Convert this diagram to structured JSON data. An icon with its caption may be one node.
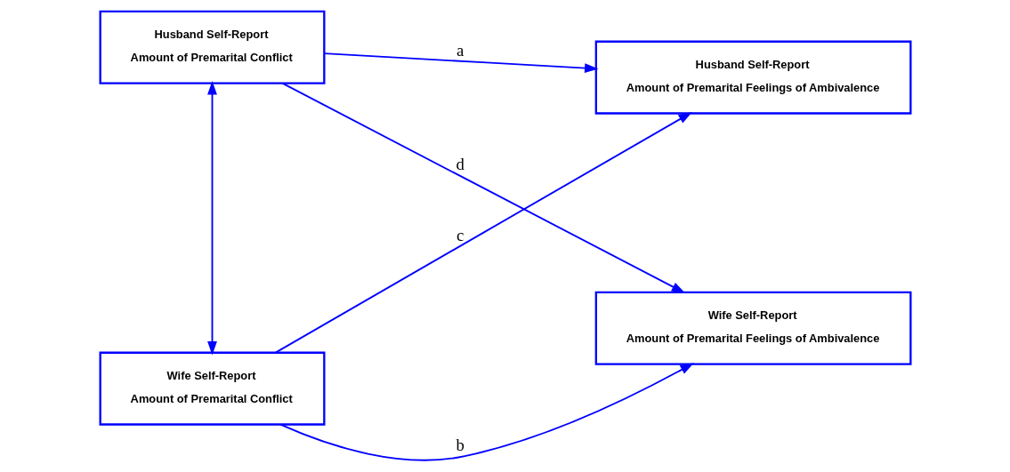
{
  "diagram": {
    "nodes": [
      {
        "text": [
          "Husband Self-Report",
          "Amount of Premarital Conflict"
        ]
      },
      {
        "text": [
          "Wife Self-Report",
          "Amount of Premarital Conflict"
        ]
      },
      {
        "text": [
          "Husband Self-Report",
          "Amount of Premarital Feelings of Ambivalence"
        ]
      },
      {
        "text": [
          "Wife Self-Report",
          "Amount of Premarital Feelings of Ambivalence"
        ]
      }
    ],
    "edges": [
      {
        "from": 0,
        "to": 1,
        "arrow": "both"
      },
      {
        "from": 0,
        "to": 2,
        "arrow": "to",
        "label": "a"
      },
      {
        "from": 0,
        "to": 3,
        "arrow": "to",
        "label": "d"
      },
      {
        "from": 1,
        "to": 2,
        "arrow": "to",
        "label": "c"
      },
      {
        "from": 1,
        "to": 3,
        "arrow": "to",
        "label": "b"
      }
    ]
  }
}
